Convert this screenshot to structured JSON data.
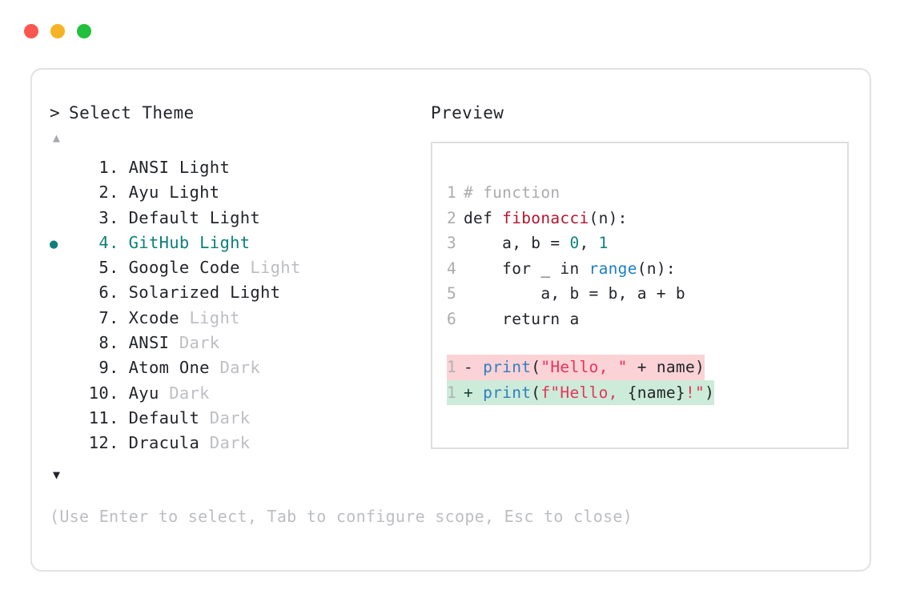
{
  "window": {
    "dots": [
      {
        "name": "close",
        "color": "#f9574f"
      },
      {
        "name": "minimize",
        "color": "#f5b326"
      },
      {
        "name": "maximize",
        "color": "#22c03c"
      }
    ]
  },
  "prompt": {
    "caret": ">",
    "title": "Select Theme",
    "scroll_up": "▲",
    "scroll_down": "▼",
    "bullet": "●"
  },
  "themes": {
    "selected_index": 4,
    "items": [
      {
        "index": "1.",
        "name": "ANSI",
        "variant": "Light",
        "variant_muted": false,
        "selected": false
      },
      {
        "index": "2.",
        "name": "Ayu",
        "variant": "Light",
        "variant_muted": false,
        "selected": false
      },
      {
        "index": "3.",
        "name": "Default",
        "variant": "Light",
        "variant_muted": false,
        "selected": false
      },
      {
        "index": "4.",
        "name": "GitHub",
        "variant": "Light",
        "variant_muted": false,
        "selected": true
      },
      {
        "index": "5.",
        "name": "Google Code",
        "variant": "Light",
        "variant_muted": true,
        "selected": false
      },
      {
        "index": "6.",
        "name": "Solarized",
        "variant": "Light",
        "variant_muted": false,
        "selected": false
      },
      {
        "index": "7.",
        "name": "Xcode",
        "variant": "Light",
        "variant_muted": true,
        "selected": false
      },
      {
        "index": "8.",
        "name": "ANSI",
        "variant": "Dark",
        "variant_muted": true,
        "selected": false
      },
      {
        "index": "9.",
        "name": "Atom One",
        "variant": "Dark",
        "variant_muted": true,
        "selected": false
      },
      {
        "index": "10.",
        "name": "Ayu",
        "variant": "Dark",
        "variant_muted": true,
        "selected": false
      },
      {
        "index": "11.",
        "name": "Default",
        "variant": "Dark",
        "variant_muted": true,
        "selected": false
      },
      {
        "index": "12.",
        "name": "Dracula",
        "variant": "Dark",
        "variant_muted": true,
        "selected": false
      }
    ]
  },
  "preview": {
    "label": "Preview",
    "code_lines": [
      {
        "no": "1",
        "tokens": [
          {
            "t": "# function",
            "c": "comment"
          }
        ]
      },
      {
        "no": "2",
        "tokens": [
          {
            "t": "def ",
            "c": "kw"
          },
          {
            "t": "fibonacci",
            "c": "fn"
          },
          {
            "t": "(n):",
            "c": "plain"
          }
        ]
      },
      {
        "no": "3",
        "tokens": [
          {
            "t": "    a, b = ",
            "c": "plain"
          },
          {
            "t": "0",
            "c": "num"
          },
          {
            "t": ", ",
            "c": "plain"
          },
          {
            "t": "1",
            "c": "num"
          }
        ]
      },
      {
        "no": "4",
        "tokens": [
          {
            "t": "    for _ in ",
            "c": "plain"
          },
          {
            "t": "range",
            "c": "builtin"
          },
          {
            "t": "(n):",
            "c": "plain"
          }
        ]
      },
      {
        "no": "5",
        "tokens": [
          {
            "t": "        a, b = b, a + b",
            "c": "plain"
          }
        ]
      },
      {
        "no": "6",
        "tokens": [
          {
            "t": "    return a",
            "c": "plain"
          }
        ]
      }
    ],
    "diff_lines": [
      {
        "no": "1",
        "sign": "-",
        "kind": "del",
        "tokens": [
          {
            "t": "print",
            "c": "print-del"
          },
          {
            "t": "(",
            "c": "paren"
          },
          {
            "t": "\"Hello, \"",
            "c": "str"
          },
          {
            "t": " + ",
            "c": "op"
          },
          {
            "t": "name",
            "c": "var"
          },
          {
            "t": ")",
            "c": "paren"
          }
        ]
      },
      {
        "no": "1",
        "sign": "+",
        "kind": "add",
        "tokens": [
          {
            "t": "print",
            "c": "print-add"
          },
          {
            "t": "(",
            "c": "paren"
          },
          {
            "t": "f\"Hello, ",
            "c": "str"
          },
          {
            "t": "{name}",
            "c": "var"
          },
          {
            "t": "!\"",
            "c": "str"
          },
          {
            "t": ")",
            "c": "paren"
          }
        ]
      }
    ]
  },
  "footer": {
    "hint": "(Use Enter to select, Tab to configure scope, Esc to close)"
  },
  "colors": {
    "accent_selected": "#0f8079",
    "text": "#22252a",
    "muted": "#bcbec2",
    "line_number": "#a9abae",
    "diff_delete_bg": "#fbd2d6",
    "diff_add_bg": "#ccebd9",
    "card_border": "#e2e2e4",
    "preview_border": "#dddee0"
  }
}
